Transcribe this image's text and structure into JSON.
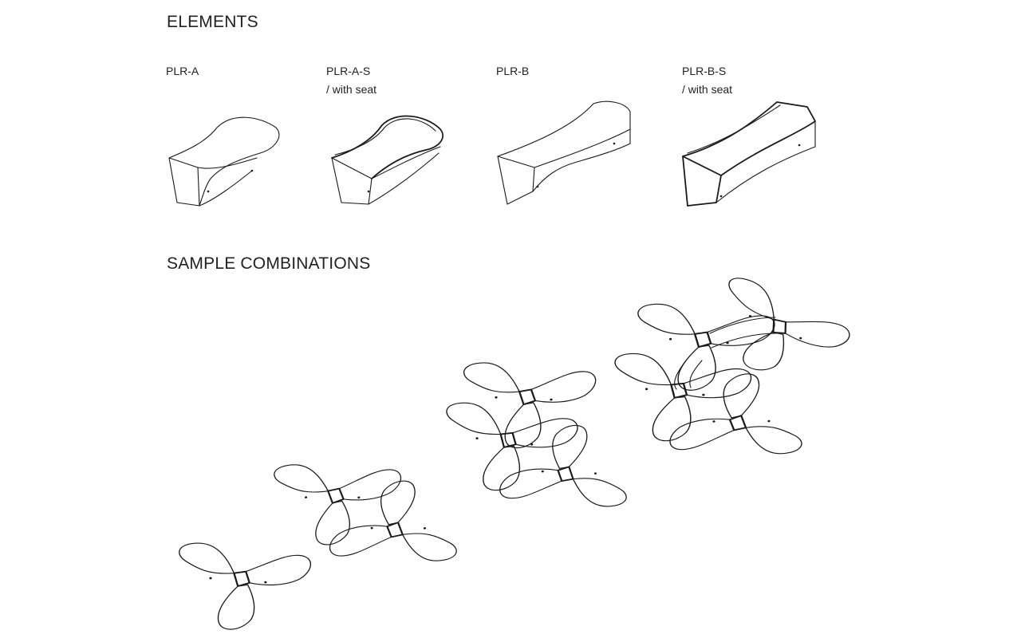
{
  "sections": {
    "elements_title": "ELEMENTS",
    "combinations_title": "SAMPLE COMBINATIONS"
  },
  "elements": [
    {
      "code": "PLR-A",
      "note": ""
    },
    {
      "code": "PLR-A-S",
      "note": "/ with seat"
    },
    {
      "code": "PLR-B",
      "note": ""
    },
    {
      "code": "PLR-B-S",
      "note": "/ with seat"
    }
  ]
}
